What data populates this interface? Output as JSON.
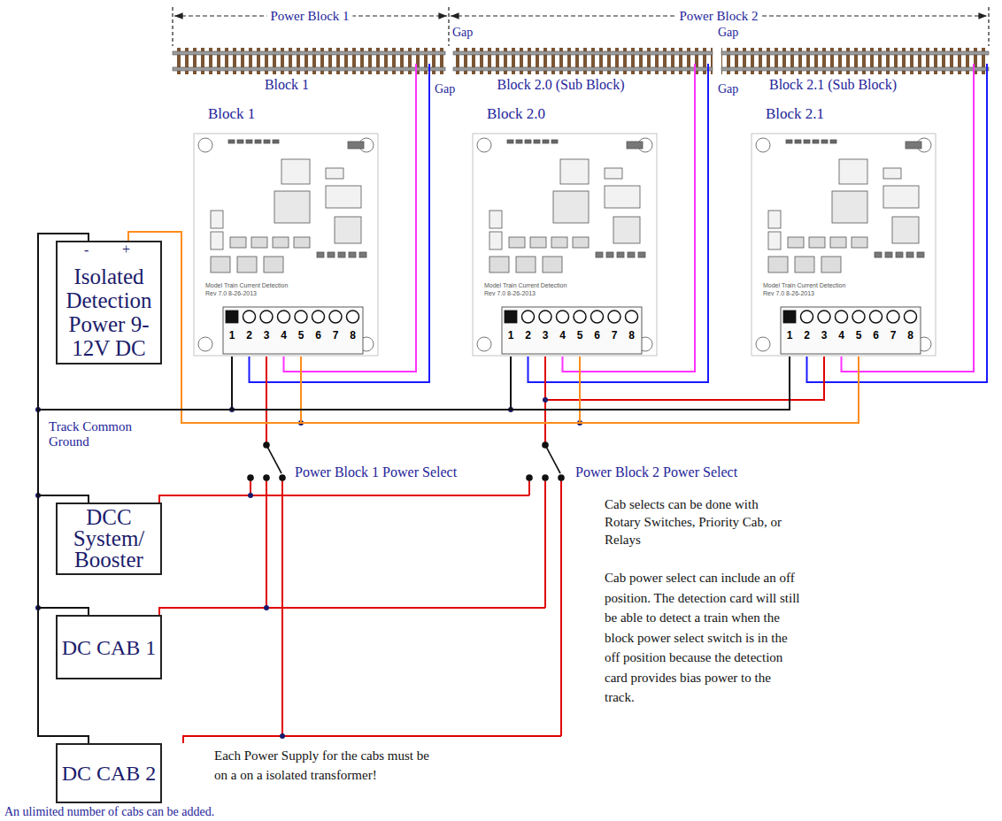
{
  "diagram": {
    "nodes": [
      {
        "text": [
          "Block 1"
        ]
      },
      {
        "text": [
          "Block 2.0 (Sub Block)"
        ]
      },
      {
        "text": [
          "Block 2.1 (Sub Block)"
        ]
      },
      {
        "text": [
          "Block 1"
        ]
      },
      {
        "text": [
          "Block 2.0"
        ]
      },
      {
        "text": [
          "Block 2.1"
        ]
      },
      {
        "text": [
          "Isolated Detection Power 9-12V DC"
        ]
      },
      {
        "text": [
          "DCC System/ Booster"
        ]
      },
      {
        "text": [
          "DC CAB 1"
        ]
      },
      {
        "text": [
          "DC CAB 2"
        ]
      }
    ],
    "edges": [
      {
        "from": 3,
        "to": 0,
        "arrow": "none"
      },
      {
        "from": 4,
        "to": 1,
        "arrow": "none"
      },
      {
        "from": 5,
        "to": 2,
        "arrow": "none"
      },
      {
        "from": 6,
        "to": 3,
        "arrow": "none"
      },
      {
        "from": 6,
        "to": 4,
        "arrow": "none"
      },
      {
        "from": 6,
        "to": 5,
        "arrow": "none"
      },
      {
        "from": 6,
        "to": 3,
        "arrow": "none"
      },
      {
        "from": 6,
        "to": 4,
        "arrow": "none"
      },
      {
        "from": 6,
        "to": 5,
        "arrow": "none"
      },
      {
        "from": 7,
        "to": 3,
        "arrow": "none"
      },
      {
        "from": 7,
        "to": 4,
        "arrow": "none"
      },
      {
        "from": 7,
        "to": 5,
        "arrow": "none"
      },
      {
        "from": 8,
        "to": 3,
        "arrow": "none"
      },
      {
        "from": 8,
        "to": 4,
        "arrow": "none"
      },
      {
        "from": 8,
        "to": 5,
        "arrow": "none"
      },
      {
        "from": 9,
        "to": 3,
        "arrow": "none"
      },
      {
        "from": 9,
        "to": 4,
        "arrow": "none"
      },
      {
        "from": 9,
        "to": 5,
        "arrow": "none"
      }
    ],
    "labels": [
      "Power Block 1",
      "Power Block 2",
      "Gap",
      "Gap",
      "Gap",
      "Gap",
      "-",
      "+",
      "Track Common Ground",
      "Power Block 1 Power Select",
      "Power Block 2 Power Select",
      "Cab selects can be done with Rotary Switches, Priority Cab, or Relays",
      "Cab power select can include an off position. The detection card will still be able to detect a train when the block power select switch is in the off position because the detection card provides bias power to the track.",
      "Each Power Supply for the cabs must be on a on a isolated transformer!",
      "An ulimited number of cabs can be added.",
      "1",
      "2",
      "3",
      "4",
      "5",
      "6",
      "7",
      "8",
      "1",
      "2",
      "3",
      "4",
      "5",
      "6",
      "7",
      "8",
      "1",
      "2",
      "3",
      "4",
      "5",
      "6",
      "7",
      "8",
      "Model Train Current Detection",
      "Rev 7.0 8-26-2013",
      "Model Train Current Detection",
      "Rev 7.0 8-26-2013",
      "Model Train Current Detection",
      "Rev 7.0 8-26-2013"
    ]
  }
}
